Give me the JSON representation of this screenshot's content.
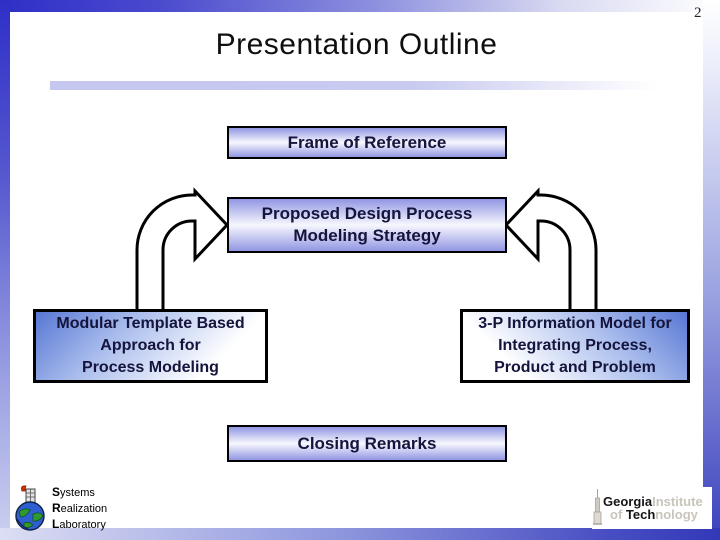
{
  "slide": {
    "page_number": "2",
    "title": "Presentation Outline"
  },
  "outline": {
    "boxes": [
      {
        "id": "frame-of-reference",
        "label": "Frame of Reference"
      },
      {
        "id": "proposed-strategy",
        "label": "Proposed Design Process\nModeling Strategy"
      },
      {
        "id": "modular-template",
        "label": "Modular Template Based\nApproach for\nProcess Modeling"
      },
      {
        "id": "3p-information-model",
        "label": "3-P Information Model for\nIntegrating Process,\nProduct and Problem"
      },
      {
        "id": "closing-remarks",
        "label": "Closing Remarks"
      }
    ],
    "connectors": [
      "curved-arrow-left-up-into-strategy",
      "curved-arrow-right-up-into-strategy"
    ]
  },
  "footer": {
    "srl_logo_lines": [
      "Systems",
      "Realization",
      "Laboratory"
    ],
    "gt_logo": {
      "line1_solid": "Georgia",
      "line1_outline": "Institute",
      "line2_outline_a": "of ",
      "line2_solid": "Tech",
      "line2_outline_b": "nology"
    }
  },
  "colors": {
    "frame_dark_blue": "#2f2fc8",
    "banner_edge_periwinkle": "#9196e2",
    "box_corner_blue": "#5777d4",
    "box_text_navy": "#14143c",
    "underline_lavender": "#c5c7ef",
    "arrow_fill": "#ffffff",
    "arrow_stroke": "#000000"
  }
}
